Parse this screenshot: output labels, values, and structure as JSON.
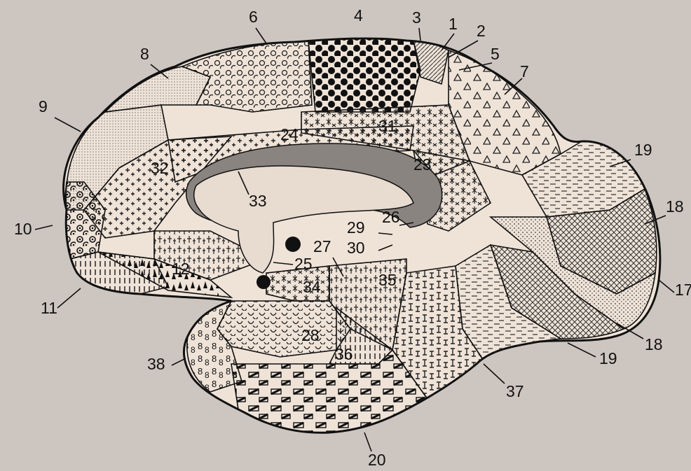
{
  "figure": {
    "labels": [
      "1",
      "2",
      "3",
      "4",
      "5",
      "6",
      "7",
      "8",
      "9",
      "10",
      "11",
      "12",
      "17",
      "18",
      "18",
      "19",
      "19",
      "20",
      "23",
      "24",
      "25",
      "26",
      "27",
      "28",
      "29",
      "30",
      "31",
      "32",
      "33",
      "34",
      "35",
      "36",
      "37",
      "38"
    ]
  },
  "colors": {
    "background": "#cdc6c0",
    "brain_fill": "#efe3d8",
    "ventricle_dark": "#8a8480",
    "corpus_light": "#e8dbcf",
    "ink": "#111111"
  }
}
